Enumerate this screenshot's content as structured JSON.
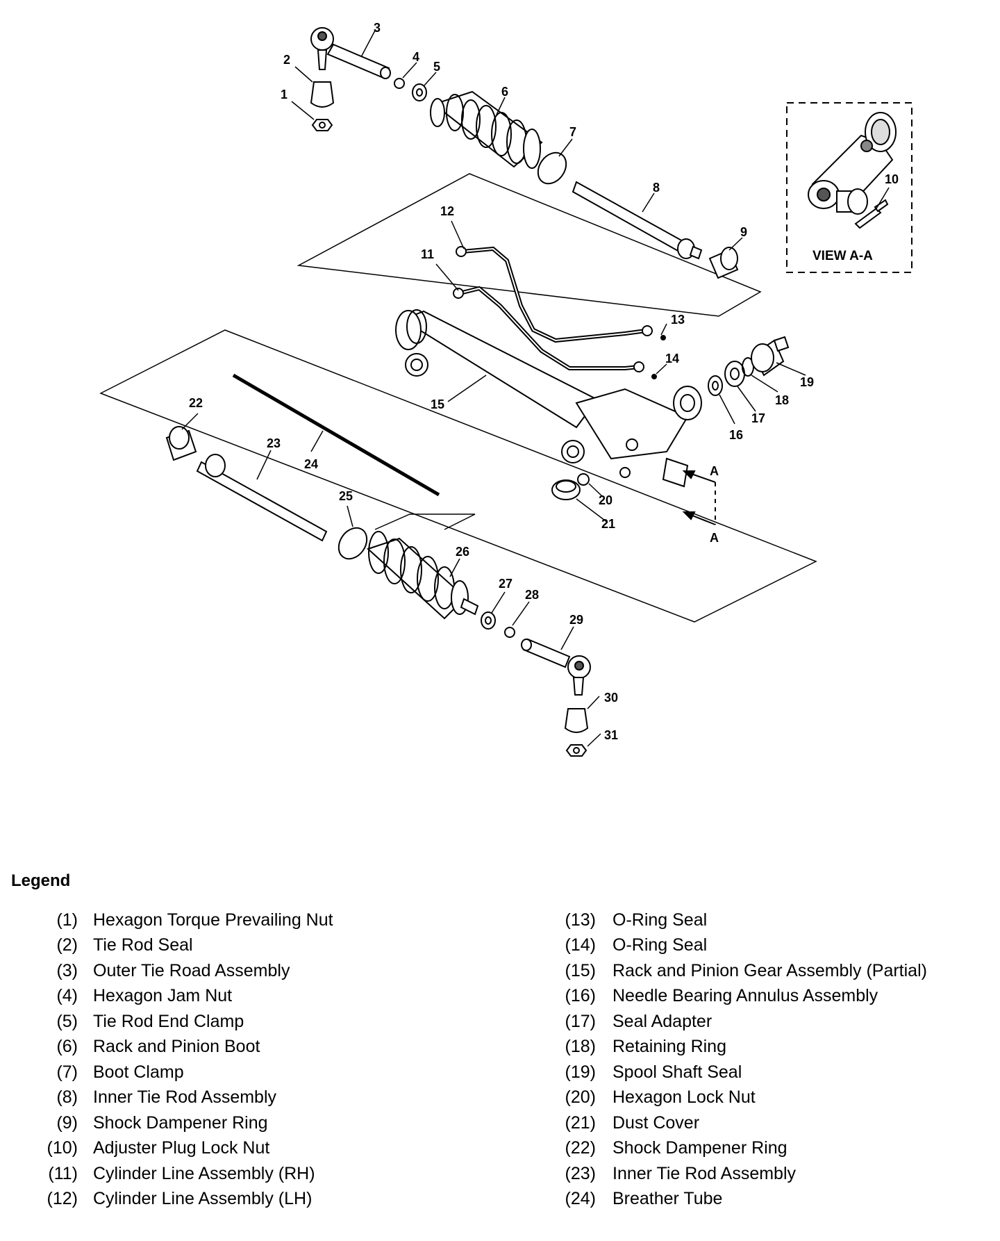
{
  "diagram": {
    "view_label": "VIEW A-A",
    "section_marker": "A",
    "callouts": [
      "1",
      "2",
      "3",
      "4",
      "5",
      "6",
      "7",
      "8",
      "9",
      "10",
      "11",
      "12",
      "13",
      "14",
      "15",
      "16",
      "17",
      "18",
      "19",
      "20",
      "21",
      "22",
      "23",
      "24",
      "25",
      "26",
      "27",
      "28",
      "29",
      "30",
      "31"
    ]
  },
  "legend": {
    "title": "Legend",
    "left": [
      {
        "num": "(1)",
        "label": "Hexagon Torque Prevailing Nut"
      },
      {
        "num": "(2)",
        "label": "Tie Rod Seal"
      },
      {
        "num": "(3)",
        "label": "Outer Tie Road Assembly"
      },
      {
        "num": "(4)",
        "label": "Hexagon Jam Nut"
      },
      {
        "num": "(5)",
        "label": "Tie Rod End Clamp"
      },
      {
        "num": "(6)",
        "label": "Rack and Pinion Boot"
      },
      {
        "num": "(7)",
        "label": "Boot Clamp"
      },
      {
        "num": "(8)",
        "label": "Inner Tie Rod Assembly"
      },
      {
        "num": "(9)",
        "label": "Shock Dampener Ring"
      },
      {
        "num": "(10)",
        "label": "Adjuster Plug Lock Nut"
      },
      {
        "num": "(11)",
        "label": "Cylinder Line Assembly (RH)"
      },
      {
        "num": "(12)",
        "label": "Cylinder Line Assembly (LH)"
      }
    ],
    "right": [
      {
        "num": "(13)",
        "label": "O-Ring Seal"
      },
      {
        "num": "(14)",
        "label": "O-Ring Seal"
      },
      {
        "num": "(15)",
        "label": "Rack and Pinion Gear Assembly (Partial)"
      },
      {
        "num": "(16)",
        "label": "Needle Bearing Annulus Assembly"
      },
      {
        "num": "(17)",
        "label": "Seal Adapter"
      },
      {
        "num": "(18)",
        "label": "Retaining Ring"
      },
      {
        "num": "(19)",
        "label": "Spool Shaft Seal"
      },
      {
        "num": "(20)",
        "label": "Hexagon Lock Nut"
      },
      {
        "num": "(21)",
        "label": "Dust Cover"
      },
      {
        "num": "(22)",
        "label": "Shock Dampener Ring"
      },
      {
        "num": "(23)",
        "label": "Inner Tie Rod Assembly"
      },
      {
        "num": "(24)",
        "label": "Breather Tube"
      }
    ]
  }
}
